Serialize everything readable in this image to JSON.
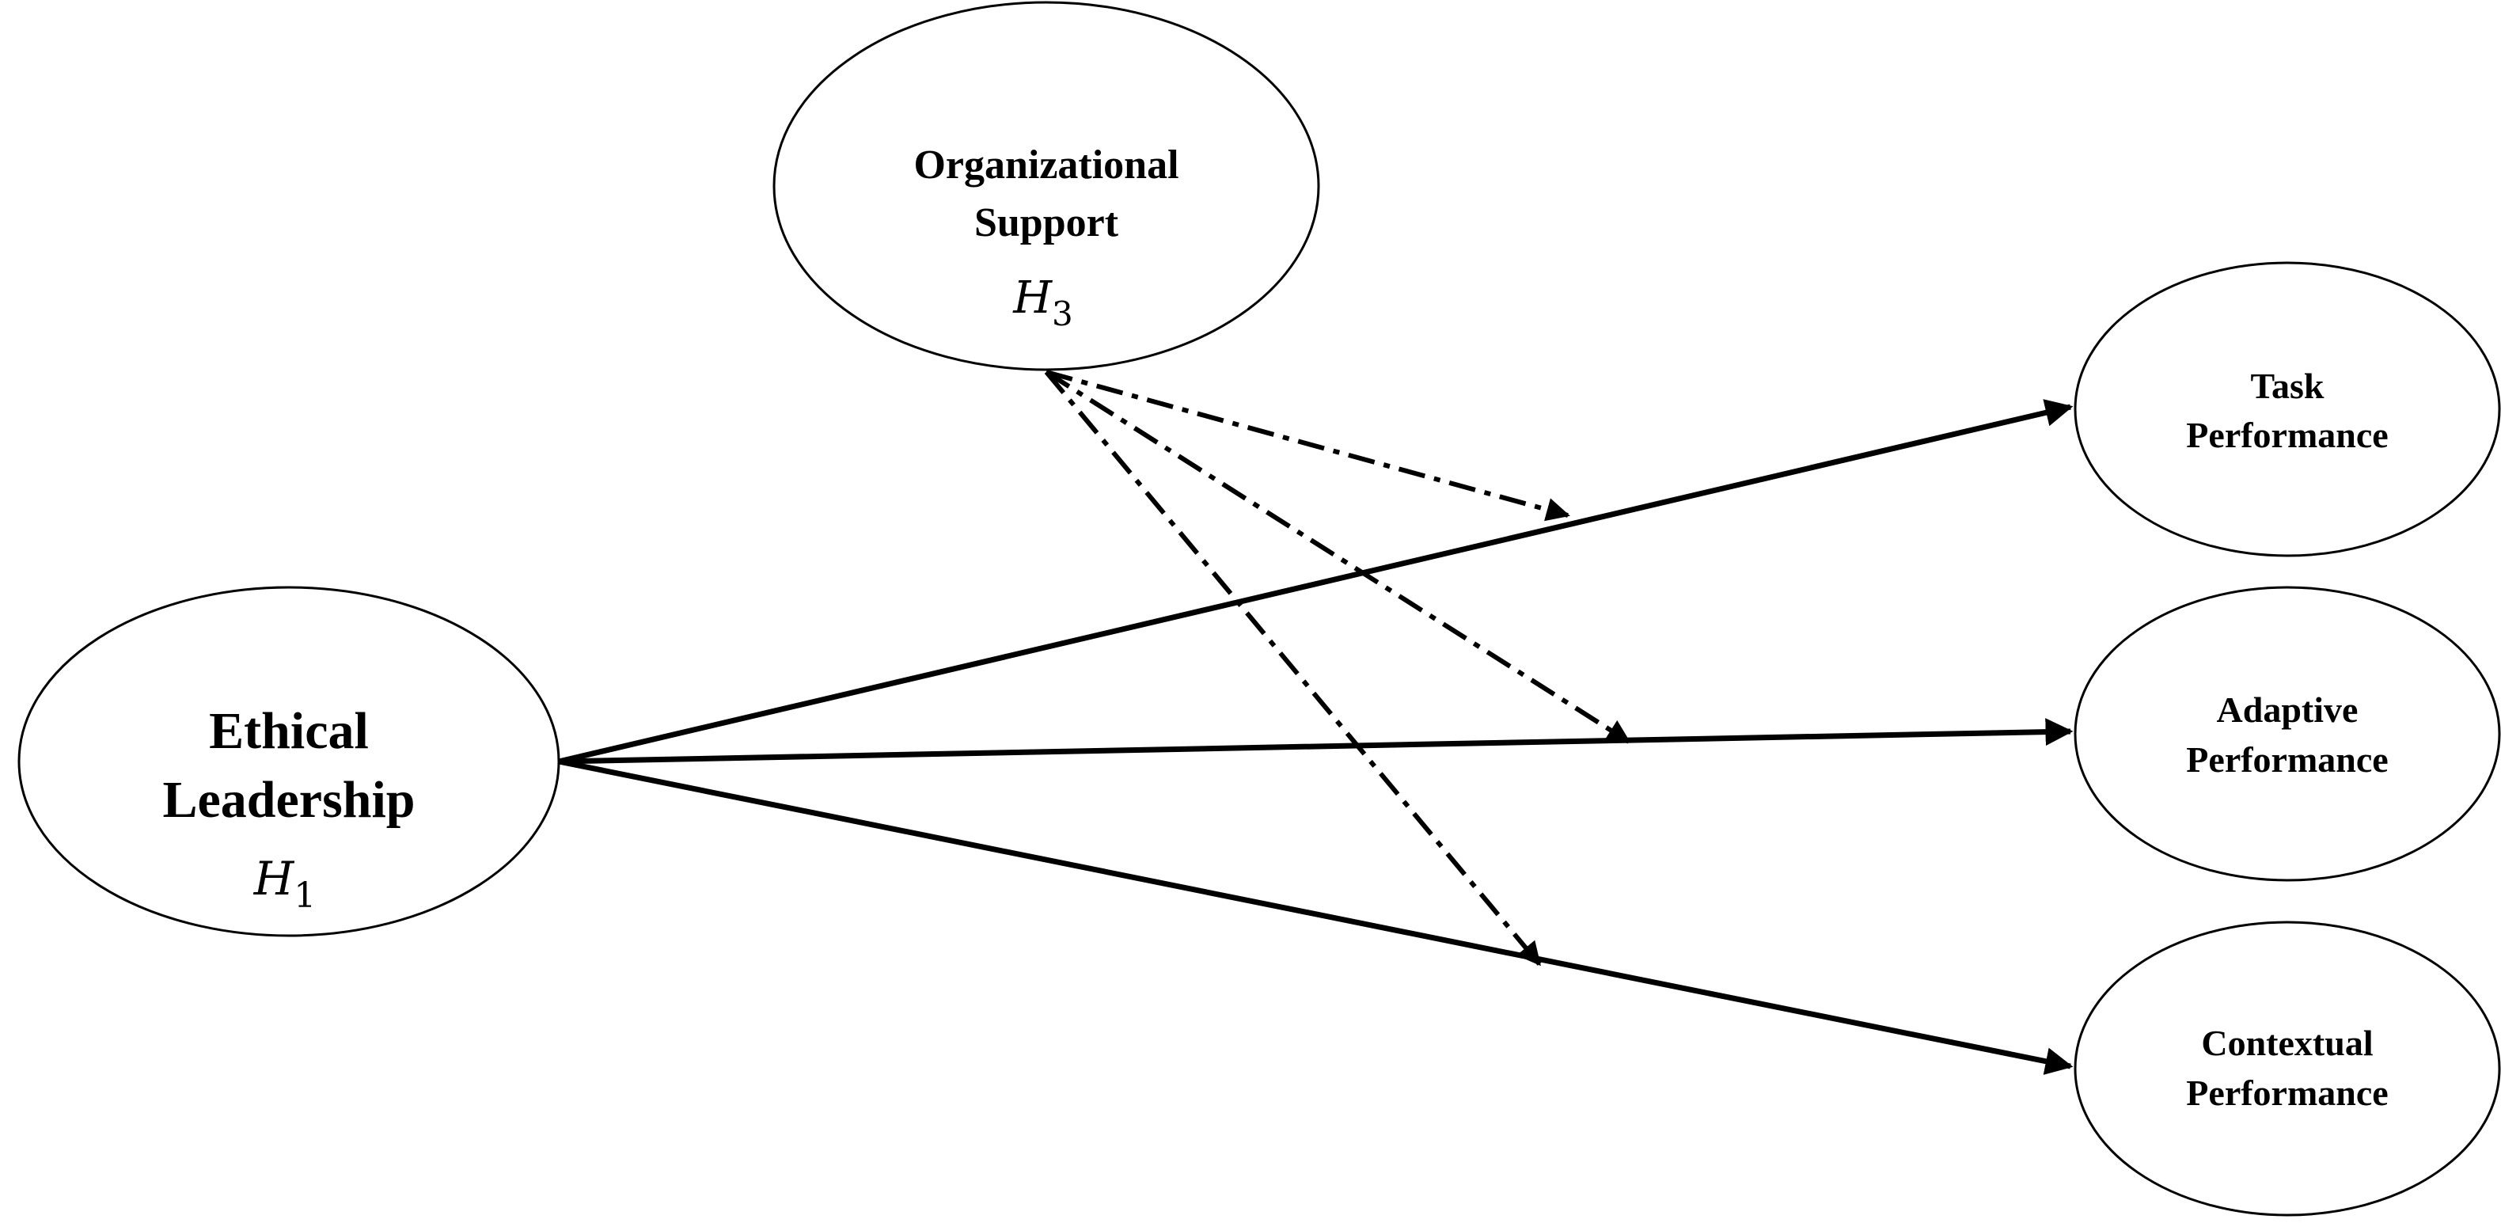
{
  "nodes": {
    "organizational_support": {
      "line1": "Organizational",
      "line2": "Support",
      "hypothesis": "H",
      "hypothesis_sub": "3"
    },
    "ethical_leadership": {
      "line1": "Ethical",
      "line2": "Leadership",
      "hypothesis": "H",
      "hypothesis_sub": "1"
    },
    "task_performance": {
      "line1": "Task",
      "line2": "Performance"
    },
    "adaptive_performance": {
      "line1": "Adaptive",
      "line2": "Performance"
    },
    "contextual_performance": {
      "line1": "Contextual",
      "line2": "Performance"
    }
  },
  "edges": [
    {
      "from": "ethical_leadership",
      "to": "task_performance",
      "style": "solid"
    },
    {
      "from": "ethical_leadership",
      "to": "adaptive_performance",
      "style": "solid"
    },
    {
      "from": "ethical_leadership",
      "to": "contextual_performance",
      "style": "solid"
    },
    {
      "from": "organizational_support",
      "to": "ethical_leadership->task_performance",
      "style": "dash-dot"
    },
    {
      "from": "organizational_support",
      "to": "ethical_leadership->adaptive_performance",
      "style": "dash-dot"
    },
    {
      "from": "organizational_support",
      "to": "ethical_leadership->contextual_performance",
      "style": "dash-dot"
    }
  ],
  "colors": {
    "background": "#ffffff",
    "stroke": "#000000",
    "text": "#000000"
  }
}
